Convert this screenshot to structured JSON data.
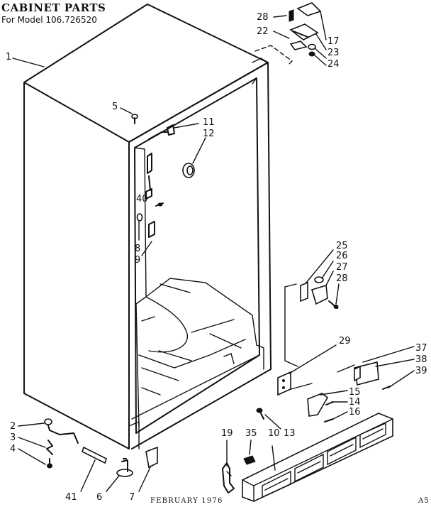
{
  "title": "CABINET PARTS",
  "subtitle": "For Model 106.726520",
  "footer_date": "FEBRUARY 1976",
  "corner_code": "A5",
  "callouts": {
    "c1": "1",
    "c2": "2",
    "c3": "3",
    "c4": "4",
    "c5": "5",
    "c6": "6",
    "c7": "7",
    "c8": "8",
    "c9": "9",
    "c10": "10",
    "c11": "11",
    "c12": "12",
    "c13": "13",
    "c14": "14",
    "c15": "15",
    "c16": "16",
    "c17": "17",
    "c19": "19",
    "c22": "22",
    "c23": "23",
    "c24": "24",
    "c25": "25",
    "c26": "26",
    "c27": "27",
    "c28a": "28",
    "c28b": "28",
    "c29": "29",
    "c35": "35",
    "c37": "37",
    "c38": "38",
    "c39": "39",
    "c40": "40",
    "c41": "41"
  }
}
